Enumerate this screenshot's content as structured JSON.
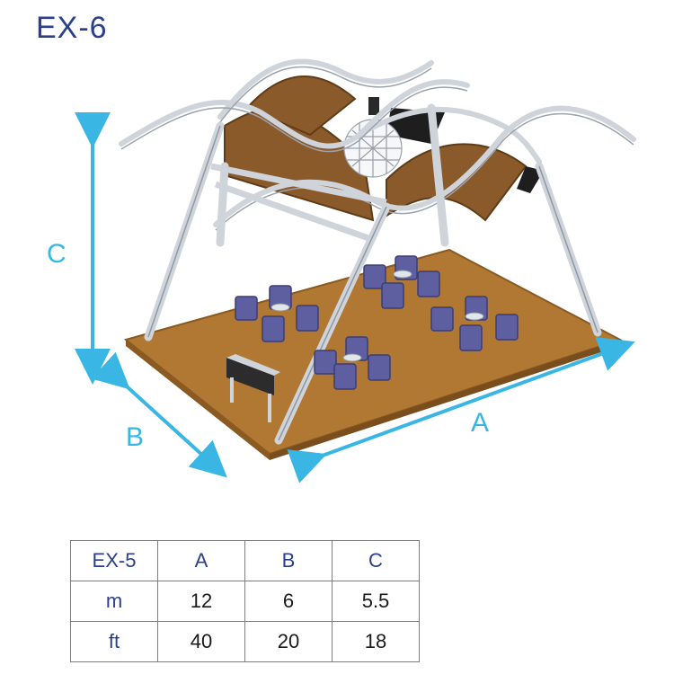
{
  "title": "EX-6",
  "dimension_labels": {
    "a": "A",
    "b": "B",
    "c": "C"
  },
  "colors": {
    "title": "#2a3f8f",
    "arrows": "#39b6e3",
    "floor": "#b07832",
    "canopy": "#8a5a2b",
    "truss": "#e6e9ee",
    "chairs": "#5d5fa0"
  },
  "table": {
    "header": [
      "EX-5",
      "A",
      "B",
      "C"
    ],
    "rows": [
      [
        "m",
        "12",
        "6",
        "5.5"
      ],
      [
        "ft",
        "40",
        "20",
        "18"
      ]
    ]
  }
}
